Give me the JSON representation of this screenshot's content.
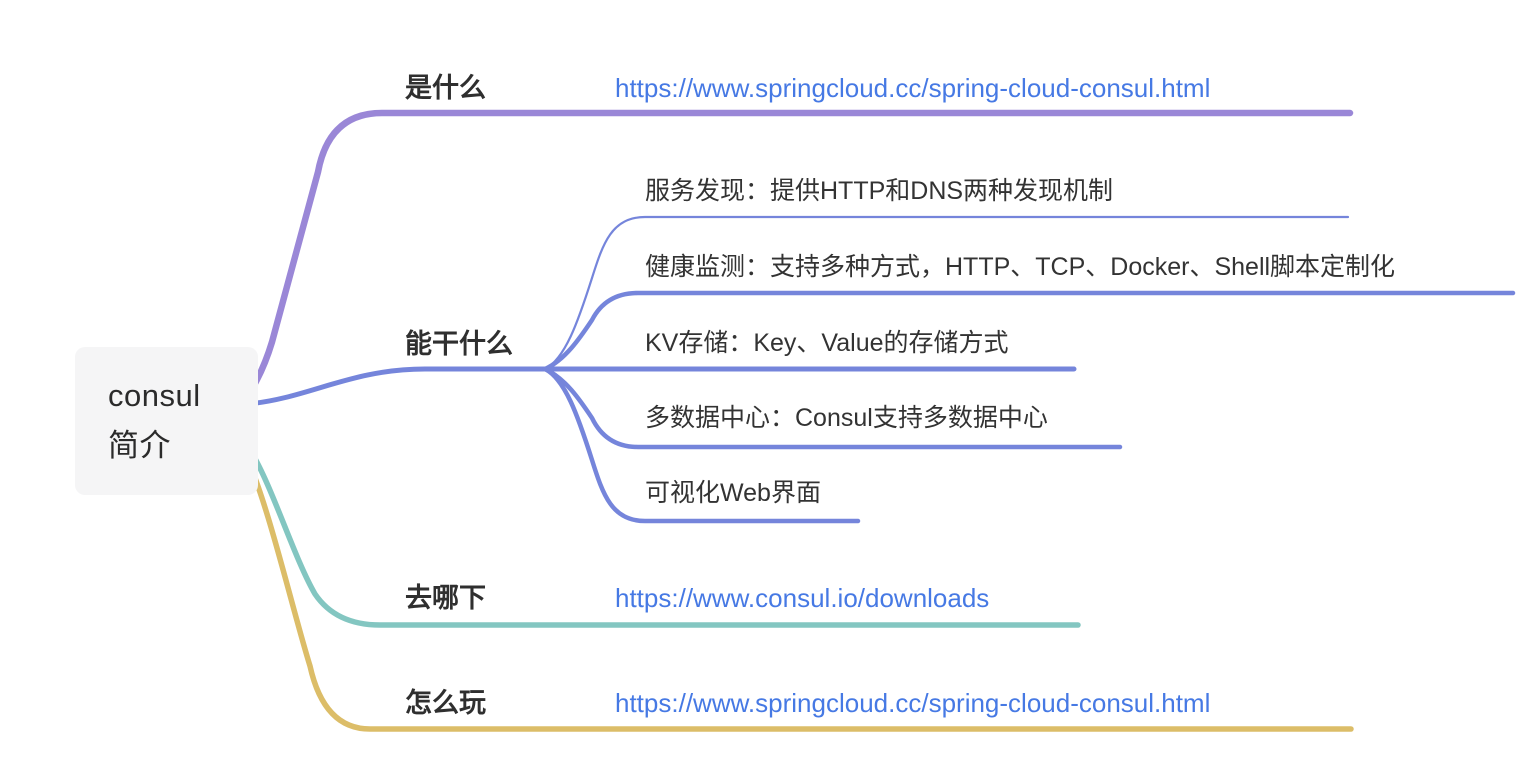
{
  "root": {
    "line1": "consul",
    "line2": "简介"
  },
  "branches": [
    {
      "label": "是什么",
      "link": "https://www.springcloud.cc/spring-cloud-consul.html",
      "color": "#9a87d7"
    },
    {
      "label": "能干什么",
      "color": "#7585db",
      "children": [
        "服务发现：提供HTTP和DNS两种发现机制",
        "健康监测：支持多种方式，HTTP、TCP、Docker、Shell脚本定制化",
        "KV存储：Key、Value的存储方式",
        "多数据中心：Consul支持多数据中心",
        "可视化Web界面"
      ]
    },
    {
      "label": "去哪下",
      "link": "https://www.consul.io/downloads",
      "color": "#83c6c1"
    },
    {
      "label": "怎么玩",
      "link": "https://www.springcloud.cc/spring-cloud-consul.html",
      "color": "#dcbd68"
    }
  ],
  "colors": {
    "link_text": "#4679e4",
    "label_text": "#2f2f2f",
    "subitem_text": "#333333",
    "root_bg": "#f5f5f6",
    "root_text": "#2b2b2b",
    "branch_what": "#9a87d7",
    "branch_abilities": "#7585db",
    "branch_download": "#83c6c1",
    "branch_how": "#dcbd68"
  }
}
